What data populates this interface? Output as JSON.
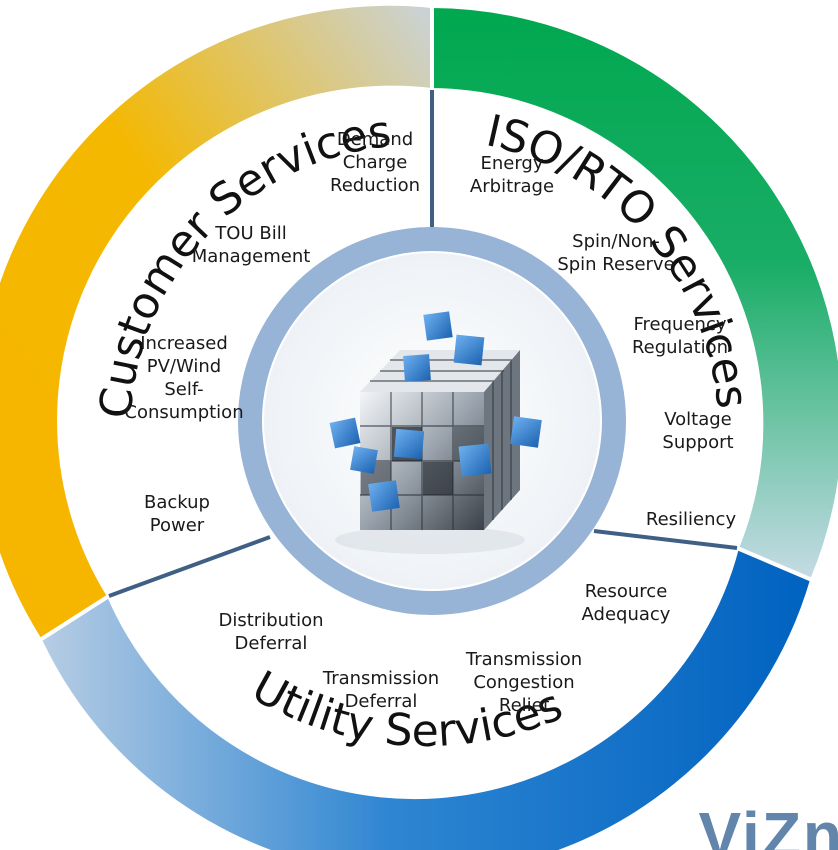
{
  "segments": {
    "customer": "Customer Services",
    "iso": "ISO/RTO Services",
    "utility": "Utility Services"
  },
  "services": {
    "demand_charge": "Demand\nCharge\nReduction",
    "tou_bill": "TOU Bill\nManagement",
    "pv_wind": "Increased\nPV/Wind\nSelf-\nConsumption",
    "backup_power": "Backup\nPower",
    "energy_arbitrage": "Energy\nArbitrage",
    "spin_reserve": "Spin/Non-\nSpin Reserve",
    "frequency_regulation": "Frequency\nRegulation",
    "voltage_support": "Voltage\nSupport",
    "resiliency": "Resiliency",
    "resource_adequacy": "Resource\nAdequacy",
    "distribution_deferral": "Distribution\nDeferral",
    "transmission_deferral": "Transmission\nDeferral",
    "transmission_congestion": "Transmission\nCongestion\nRelief"
  },
  "brand": "ViZn",
  "colors": {
    "customer_start": "#f7b500",
    "customer_end": "#c7d3dc",
    "iso_start": "#00a84f",
    "iso_end": "#c6dbe6",
    "utility_start": "#0070c8",
    "utility_end": "#b5cce3",
    "divider": "#3f5f85",
    "inner_ring": "#97b3d6",
    "cube_blue": "#3a86d6"
  }
}
